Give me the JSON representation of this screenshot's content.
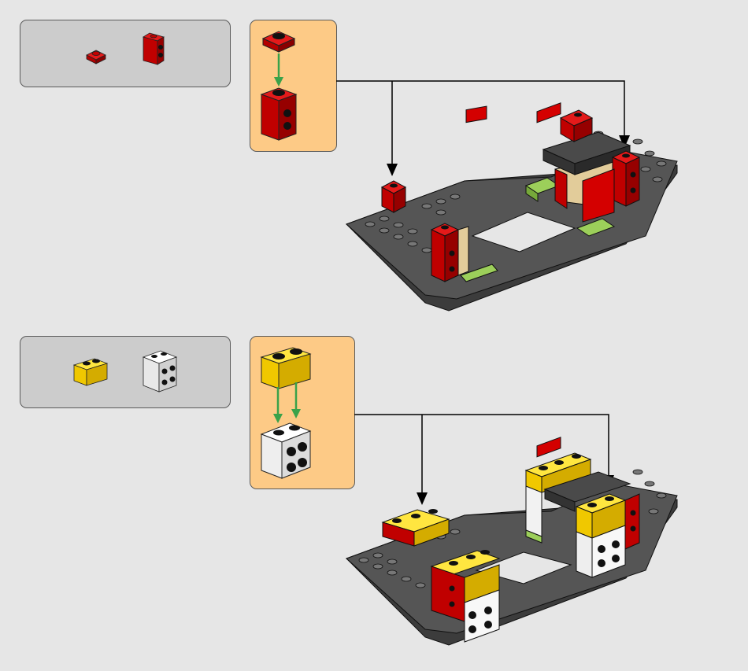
{
  "colors": {
    "background": "#e6e6e6",
    "parts_box": "#cccccc",
    "subassembly_box": "#fdca86",
    "brick_red": "#d40000",
    "brick_yellow": "#ffdd00",
    "brick_white": "#f4f4f4",
    "brick_dark_gray": "#4a4a4a",
    "brick_lime": "#9ccf5a",
    "brick_tan": "#e2cc9a",
    "arrow_green": "#3aa24a",
    "callout_line": "#000000"
  },
  "steps": [
    {
      "parts": [
        {
          "icon": "red-1x1-plate-icon",
          "color": "red",
          "quantity": 1
        },
        {
          "icon": "red-1x1-brick-with-studs-icon",
          "color": "red",
          "quantity": 1
        }
      ],
      "subassembly": {
        "top_part": "red-1x1-plate-icon",
        "bottom_part": "red-1x1-brick-with-studs-icon",
        "arrow": "green-down-arrow-icon"
      }
    },
    {
      "parts": [
        {
          "icon": "yellow-1x2-brick-icon",
          "color": "yellow",
          "quantity": 1
        },
        {
          "icon": "white-2x2-brick-with-studs-icon",
          "color": "white",
          "quantity": 1
        }
      ],
      "subassembly": {
        "top_part": "yellow-1x2-brick-icon",
        "bottom_part": "white-2x2-brick-with-studs-icon",
        "arrow": "green-down-arrows-icon"
      }
    }
  ]
}
